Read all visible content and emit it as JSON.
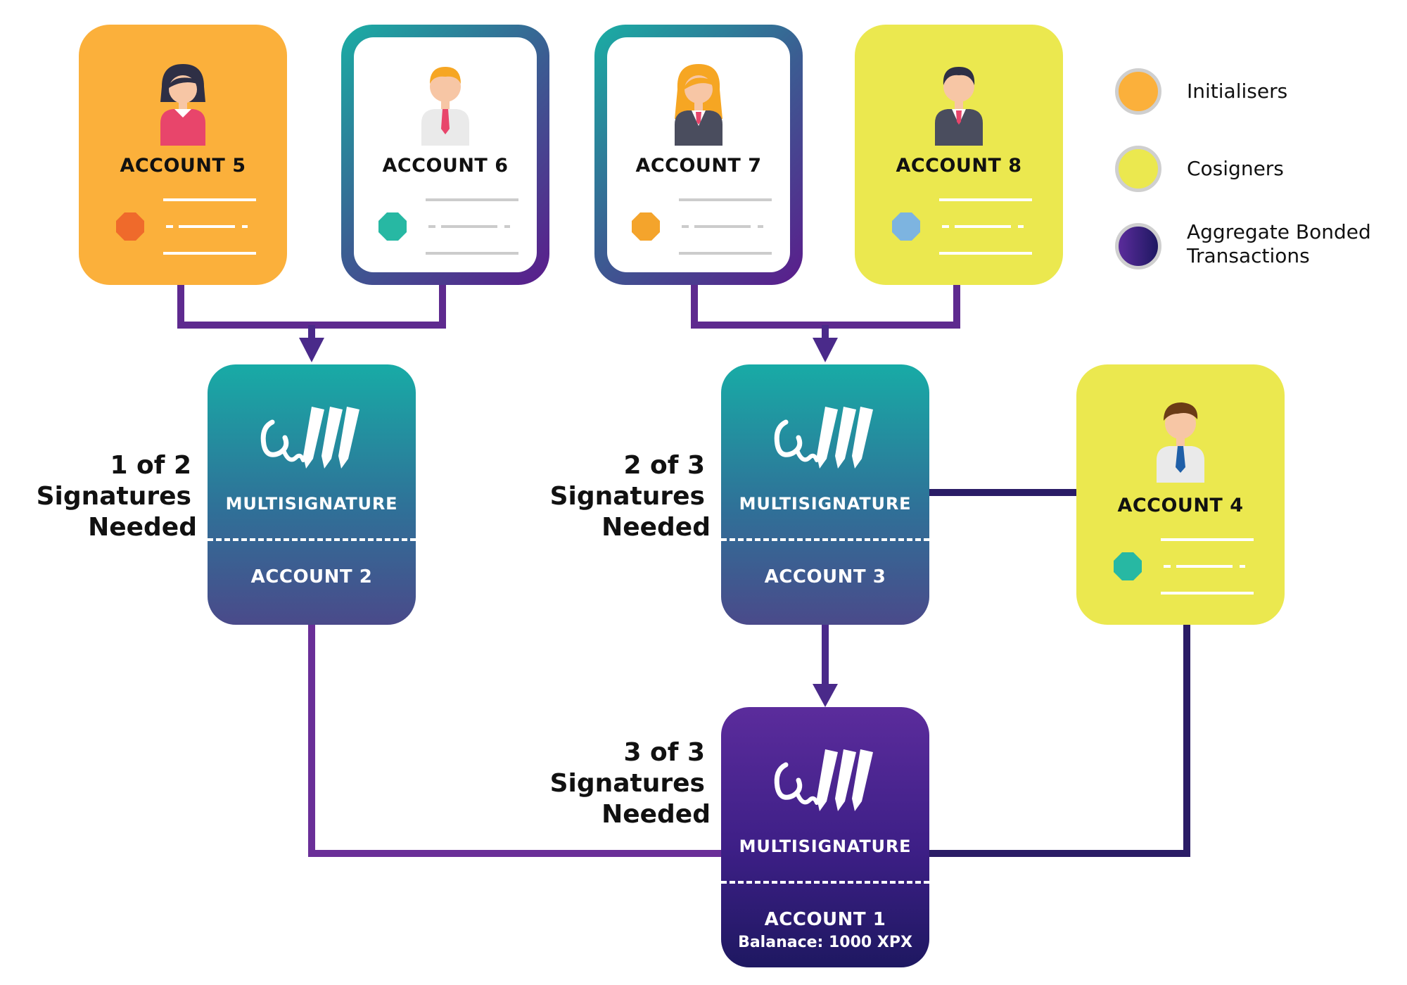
{
  "colors": {
    "initialiser": "#fbb03b",
    "cosigner": "#ebe84f",
    "connector_purple": "#5e2a8f",
    "connector_navy": "#2a1c66",
    "octagon_red": "#ef6a2b",
    "octagon_teal": "#27b8a3",
    "octagon_orange": "#f4a42c",
    "octagon_blue": "#7db4e0"
  },
  "accounts": {
    "a5": {
      "label": "ACCOUNT 5",
      "role": "initialiser",
      "avatar": "woman-icon"
    },
    "a6": {
      "label": "ACCOUNT 6",
      "role": "aggregate-bonded",
      "avatar": "man-icon"
    },
    "a7": {
      "label": "ACCOUNT 7",
      "role": "aggregate-bonded",
      "avatar": "woman-icon"
    },
    "a8": {
      "label": "ACCOUNT 8",
      "role": "cosigner",
      "avatar": "man-icon"
    },
    "a4": {
      "label": "ACCOUNT 4",
      "role": "cosigner",
      "avatar": "man-icon"
    }
  },
  "multisig": {
    "m2": {
      "title": "MULTISIGNATURE",
      "account": "ACCOUNT 2",
      "signatures": [
        "1 of 2",
        "Signatures",
        "Needed"
      ]
    },
    "m3": {
      "title": "MULTISIGNATURE",
      "account": "ACCOUNT 3",
      "signatures": [
        "2 of 3",
        "Signatures",
        "Needed"
      ]
    },
    "m1": {
      "title": "MULTISIGNATURE",
      "account": "ACCOUNT 1",
      "balance": "Balanace: 1000 XPX",
      "signatures": [
        "3 of 3",
        "Signatures",
        "Needed"
      ]
    }
  },
  "legend": {
    "items": [
      {
        "label": "Initialisers",
        "swatch": "orange"
      },
      {
        "label": "Cosigners",
        "swatch": "yellow"
      },
      {
        "label": "Aggregate Bonded",
        "label2": "Transactions",
        "swatch": "gradient"
      }
    ]
  },
  "icons": [
    "woman-icon",
    "man-icon",
    "signature-pen-icon",
    "octagon-icon"
  ]
}
